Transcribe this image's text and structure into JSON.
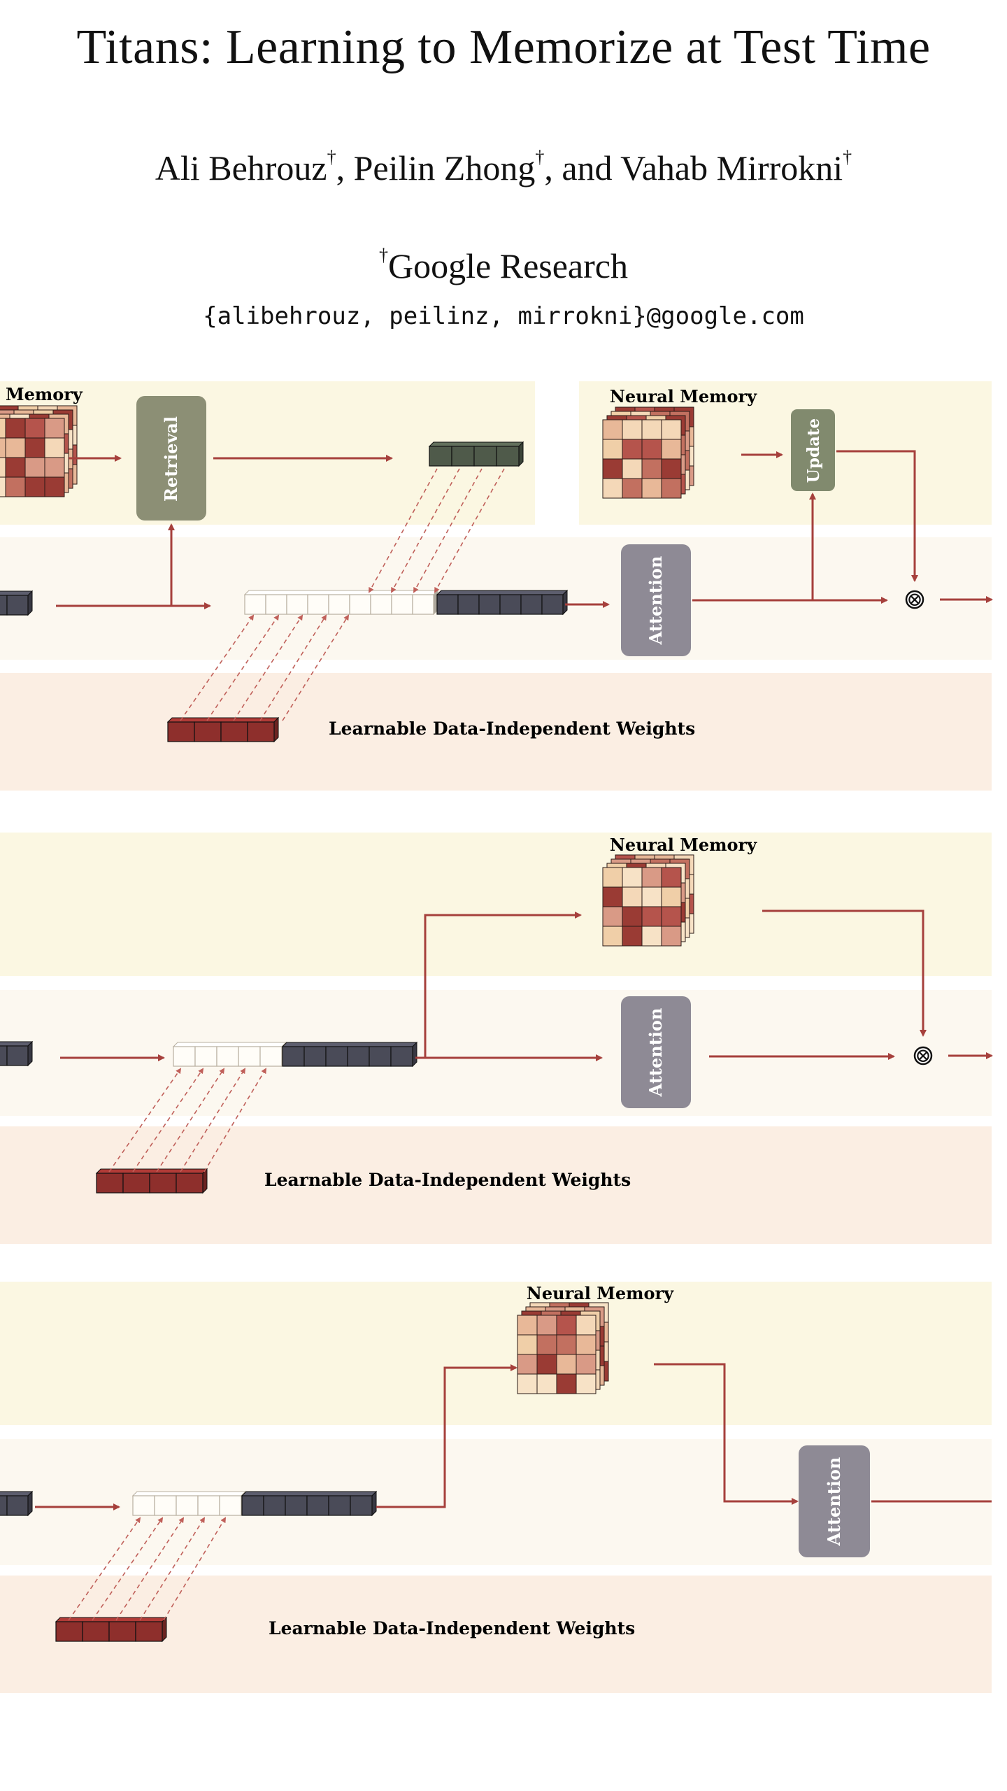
{
  "header": {
    "title": "Titans: Learning to Memorize at Test Time",
    "author1": "Ali Behrouz",
    "author2": "Peilin Zhong",
    "author3": "Vahab Mirrokni",
    "sep1": ", ",
    "sep2": ", and ",
    "dagger": "†",
    "affiliation": "Google Research",
    "emails": "{alibehrouz, peilinz, mirrokni}@google.com"
  },
  "figure": {
    "panel1": {
      "memory_left_label": "Memory",
      "neural_memory_label": "Neural Memory",
      "retrieval_label": "Retrieval",
      "update_label": "Update",
      "attention_label": "Attention",
      "weights_label": "Learnable Data-Independent Weights",
      "gate_symbol": "⊗"
    },
    "panel2": {
      "neural_memory_label": "Neural Memory",
      "attention_label": "Attention",
      "weights_label": "Learnable Data-Independent Weights",
      "gate_symbol": "⊗"
    },
    "panel3": {
      "neural_memory_label": "Neural Memory",
      "attention_label": "Attention",
      "weights_label": "Learnable Data-Independent Weights"
    },
    "colors": {
      "arrow": "#a6403c",
      "persistent_token": "#8e2f2c",
      "context_token": "#4a4b58",
      "retrieved_token": "#4f5a4a",
      "retrieval_box": "#8c8f75",
      "update_box": "#818a6e",
      "attention_box": "#8e8a95",
      "band_top": "#fbf7e2",
      "band_mid": "#fcf8f0",
      "band_bottom": "#fbeee3"
    }
  }
}
